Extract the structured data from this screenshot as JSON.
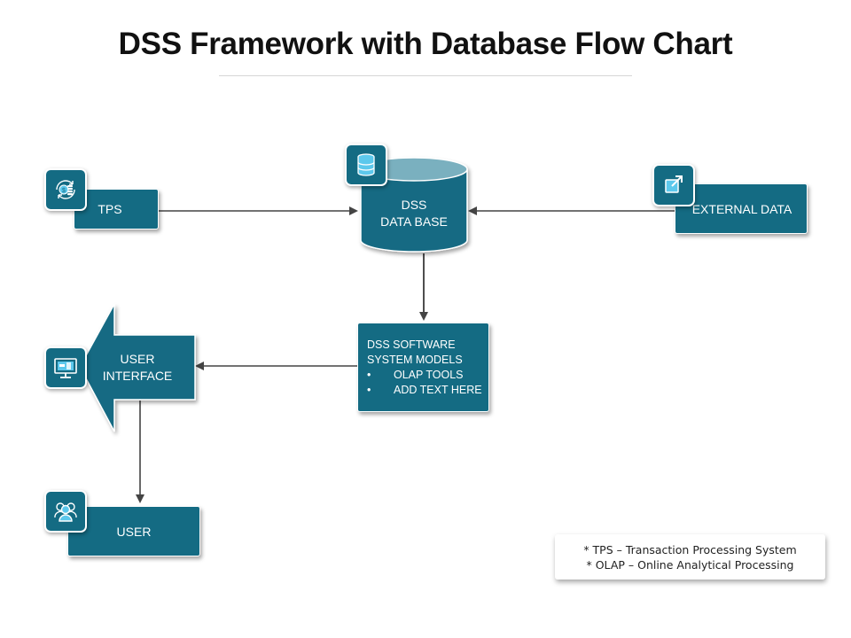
{
  "title": "DSS Framework with Database Flow Chart",
  "colors": {
    "primary": "#146b83",
    "cylinder_top": "#7ab0bf",
    "icon_accent": "#5cc8ec",
    "arrow": "#444444"
  },
  "nodes": {
    "tps": {
      "label": "TPS",
      "icon": "money-cycle-icon"
    },
    "database": {
      "line1": "DSS",
      "line2": "DATA BASE",
      "icon": "database-icon"
    },
    "external": {
      "label": "EXTERNAL DATA",
      "icon": "external-link-icon"
    },
    "software": {
      "line1": "DSS SOFTWARE",
      "line2": "SYSTEM MODELS",
      "bullets": [
        "OLAP TOOLS",
        "ADD TEXT HERE"
      ],
      "bullet_char": "•"
    },
    "user_interface": {
      "line1": "USER",
      "line2": "INTERFACE",
      "icon": "monitor-icon"
    },
    "user": {
      "label": "USER",
      "icon": "users-icon"
    }
  },
  "edges": [
    {
      "from": "TPS",
      "to": "DSS DATA BASE"
    },
    {
      "from": "EXTERNAL DATA",
      "to": "DSS DATA BASE"
    },
    {
      "from": "DSS DATA BASE",
      "to": "DSS SOFTWARE"
    },
    {
      "from": "DSS SOFTWARE",
      "to": "USER INTERFACE"
    },
    {
      "from": "USER INTERFACE",
      "to": "USER"
    }
  ],
  "legend": {
    "lines": [
      "* TPS – Transaction Processing System",
      "* OLAP – Online Analytical Processing"
    ]
  }
}
